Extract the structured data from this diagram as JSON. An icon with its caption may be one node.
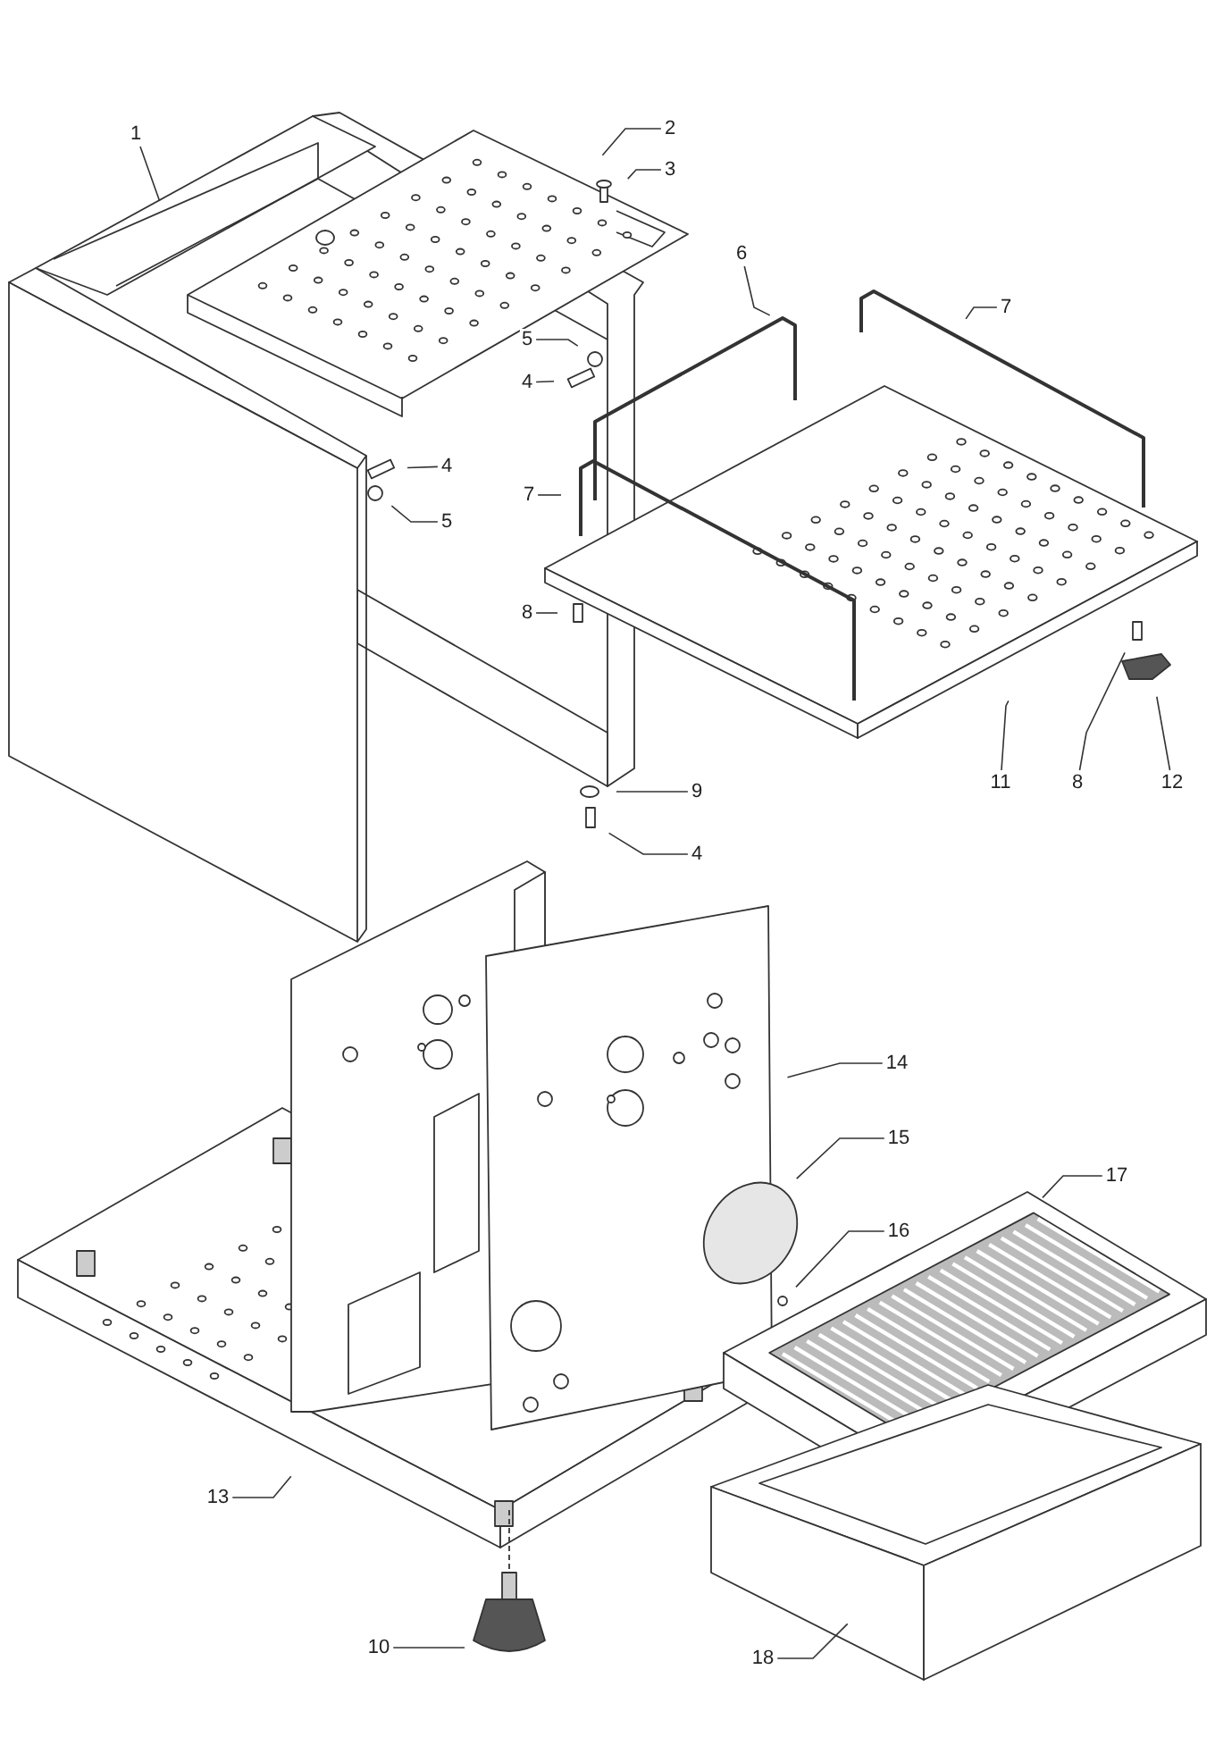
{
  "diagram": {
    "nodes": [
      {
        "text": [
          "1"
        ]
      },
      {
        "text": [
          "2"
        ]
      },
      {
        "text": [
          "3"
        ]
      },
      {
        "text": [
          "6"
        ]
      },
      {
        "text": [
          "7"
        ]
      },
      {
        "text": [
          "5"
        ]
      },
      {
        "text": [
          "4"
        ]
      },
      {
        "text": [
          "4"
        ]
      },
      {
        "text": [
          "5"
        ]
      },
      {
        "text": [
          "7"
        ]
      },
      {
        "text": [
          "8"
        ]
      },
      {
        "text": [
          "11"
        ]
      },
      {
        "text": [
          "8"
        ]
      },
      {
        "text": [
          "12"
        ]
      },
      {
        "text": [
          "9"
        ]
      },
      {
        "text": [
          "4"
        ]
      },
      {
        "text": [
          "14"
        ]
      },
      {
        "text": [
          "15"
        ]
      },
      {
        "text": [
          "16"
        ]
      },
      {
        "text": [
          "17"
        ]
      },
      {
        "text": [
          "13"
        ]
      },
      {
        "text": [
          "10"
        ]
      },
      {
        "text": [
          "18"
        ]
      }
    ],
    "edges": [
      {
        "from": 0,
        "to": null,
        "arrow": "none"
      },
      {
        "from": 1,
        "to": null,
        "arrow": "none"
      },
      {
        "from": 2,
        "to": null,
        "arrow": "none"
      },
      {
        "from": 3,
        "to": null,
        "arrow": "none"
      },
      {
        "from": 4,
        "to": null,
        "arrow": "none"
      },
      {
        "from": 5,
        "to": null,
        "arrow": "none"
      },
      {
        "from": 6,
        "to": null,
        "arrow": "none"
      },
      {
        "from": 7,
        "to": null,
        "arrow": "none"
      },
      {
        "from": 8,
        "to": null,
        "arrow": "none"
      },
      {
        "from": 9,
        "to": null,
        "arrow": "none"
      },
      {
        "from": 10,
        "to": null,
        "arrow": "none"
      },
      {
        "from": 11,
        "to": null,
        "arrow": "none"
      },
      {
        "from": 12,
        "to": null,
        "arrow": "none"
      },
      {
        "from": 13,
        "to": null,
        "arrow": "none"
      },
      {
        "from": 14,
        "to": null,
        "arrow": "none"
      },
      {
        "from": 15,
        "to": null,
        "arrow": "none"
      },
      {
        "from": 16,
        "to": null,
        "arrow": "none"
      },
      {
        "from": 17,
        "to": null,
        "arrow": "none"
      },
      {
        "from": 18,
        "to": null,
        "arrow": "none"
      },
      {
        "from": 19,
        "to": null,
        "arrow": "none"
      },
      {
        "from": 20,
        "to": null,
        "arrow": "none"
      },
      {
        "from": 21,
        "to": null,
        "arrow": "none"
      },
      {
        "from": 22,
        "to": null,
        "arrow": "none"
      }
    ]
  }
}
